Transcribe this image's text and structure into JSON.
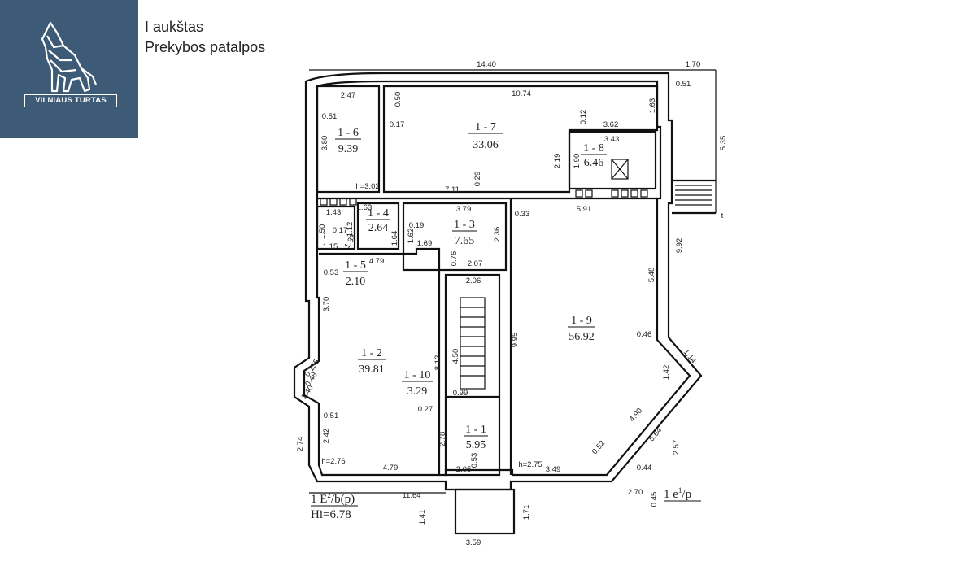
{
  "logo": {
    "text": "VILNIAUS TURTAS",
    "colors": {
      "background": "#3d5a76",
      "foreground": "#ffffff"
    }
  },
  "heading": {
    "floor": "I aukštas",
    "subtitle": "Prekybos patalpos"
  },
  "plan": {
    "rooms": [
      {
        "id": "1 - 1",
        "area": "5.95"
      },
      {
        "id": "1 - 2",
        "area": "39.81"
      },
      {
        "id": "1 - 3",
        "area": "7.65"
      },
      {
        "id": "1 - 4",
        "area": "2.64"
      },
      {
        "id": "1 - 5",
        "area": "2.10"
      },
      {
        "id": "1 - 6",
        "area": "9.39"
      },
      {
        "id": "1 - 7",
        "area": "33.06"
      },
      {
        "id": "1 - 8",
        "area": "6.46"
      },
      {
        "id": "1 - 9",
        "area": "56.92"
      },
      {
        "id": "1 - 10",
        "area": "3.29"
      }
    ],
    "dimensions": [
      "14.40",
      "1.70",
      "0.51",
      "5.35",
      "2.47",
      "0.50",
      "10.74",
      "1.63",
      "0.51",
      "0.17",
      "3.80",
      "0.12",
      "3.62",
      "3.43",
      "2.19",
      "1.90",
      "0.29",
      "7.11",
      "h=3.02",
      "1.63",
      "1.43",
      "3.79",
      "0.33",
      "5.91",
      "1.50",
      "0.17",
      "1.12",
      "1.33",
      "0.19",
      "1.62",
      "1.64",
      "2.36",
      "1.15",
      "1.69",
      "4.79",
      "0.76",
      "2.07",
      "9.92",
      "0.53",
      "2.06",
      "5.48",
      "3.70",
      "9.95",
      "0.46",
      "1.14",
      "0.155",
      "8.12",
      "4.50",
      "1.42",
      "0.48",
      "1.40",
      "0.99",
      "4.90",
      "0.27",
      "0.51",
      "2.74",
      "2.42",
      "2.78",
      "5.64",
      "0.52",
      "2.57",
      "0.53",
      "h=2.76",
      "4.79",
      "2.05",
      "h=2.75",
      "3.49",
      "0.44",
      "11.64",
      "2.70",
      "0.45",
      "1.41",
      "1.71",
      "3.59",
      "t"
    ],
    "notes": {
      "level_code": "1 E",
      "level_sup": "2",
      "level_suffix": "/b(p)",
      "height": "Hi=6.78",
      "entrance_code": "1 e",
      "entrance_sup": "1",
      "entrance_suffix": "/p"
    }
  }
}
